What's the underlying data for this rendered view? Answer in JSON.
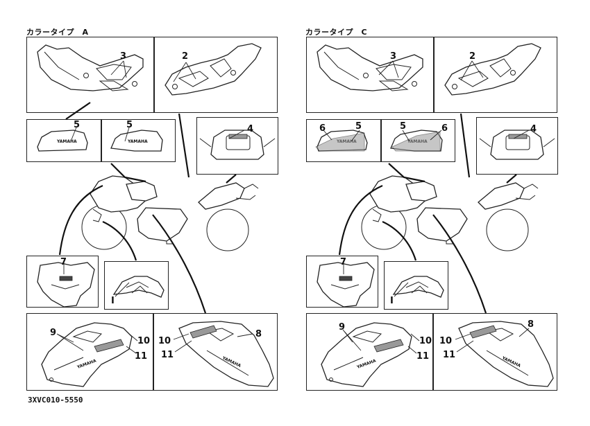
{
  "panel_a": {
    "title": "カラータイプ　A",
    "callouts": {
      "n3": "3",
      "n2": "2",
      "n5a": "5",
      "n5b": "5",
      "n4": "4",
      "n7": "7",
      "n1": "I",
      "n9": "9",
      "n10a": "10",
      "n11a": "11",
      "n10b": "10",
      "n11b": "11",
      "n8": "8"
    }
  },
  "panel_c": {
    "title": "カラータイプ　C",
    "callouts": {
      "n3": "3",
      "n2": "2",
      "n6a": "6",
      "n5a": "5",
      "n5b": "5",
      "n6b": "6",
      "n4": "4",
      "n7": "7",
      "n1": "I",
      "n9": "9",
      "n10a": "10",
      "n11a": "11",
      "n10b": "10",
      "n11b": "11",
      "n8": "8"
    }
  },
  "brand_text": "YAMAHA",
  "caption": "3XVC010-5550"
}
